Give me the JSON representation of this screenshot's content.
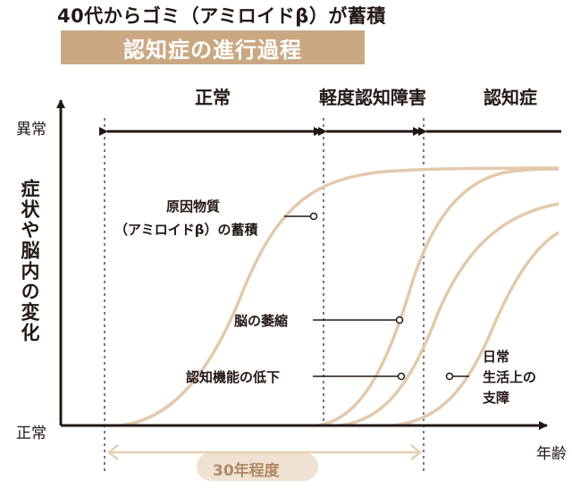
{
  "header": {
    "subtitle": "40代からゴミ（アミロイドβ）が蓄積",
    "title": "認知症の進行過程"
  },
  "y_axis": {
    "label": "症状や脳内の変化",
    "top_label": "異常",
    "bottom_label": "正常"
  },
  "x_axis": {
    "label": "年齢"
  },
  "stages": [
    {
      "name": "正常"
    },
    {
      "name": "軽度認知障害"
    },
    {
      "name": "認知症"
    }
  ],
  "annotations": {
    "amyloid_line1": "原因物質",
    "amyloid_line2": "（アミロイドβ）の蓄積",
    "atrophy": "脳の萎縮",
    "cognitive": "認知機能の低下",
    "daily_line1": "日常",
    "daily_line2": "生活上の",
    "daily_line3": "支障"
  },
  "span": {
    "label": "30年程度"
  },
  "colors": {
    "curve": "#e3c9ac",
    "banner": "#c9a882",
    "span": "#e8cfb3",
    "axis": "#231815"
  }
}
